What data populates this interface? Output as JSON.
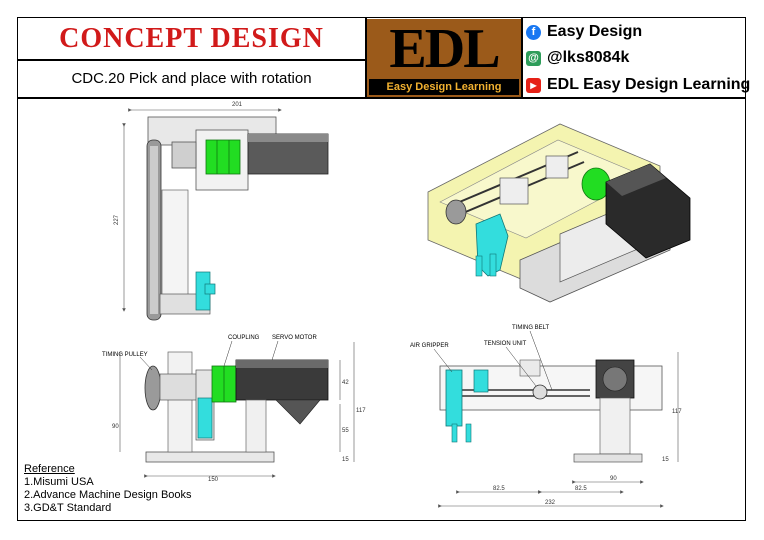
{
  "header": {
    "title": "CONCEPT  DESIGN",
    "subtitle": "CDC.20 Pick and place with rotation"
  },
  "logo": {
    "letters": "EDL",
    "caption": "Easy Design Learning"
  },
  "social": [
    {
      "icon": "facebook-icon",
      "text": "Easy Design"
    },
    {
      "icon": "at-sign-icon",
      "text": "@lks8084k"
    },
    {
      "icon": "youtube-icon",
      "text": "EDL Easy Design Learning"
    }
  ],
  "reference": {
    "heading": "Reference",
    "items": [
      "1.Misumi USA",
      "2.Advance Machine Design Books",
      "3.GD&T Standard"
    ]
  },
  "labels": {
    "timing_pulley": "TIMING PULLEY",
    "coupling": "COUPLING",
    "servo_motor": "SERVO MOTOR",
    "air_gripper": "AIR GRIPPER",
    "tension_unit": "TENSION UNIT",
    "timing_belt": "TIMING BELT"
  },
  "dimensions": {
    "top_width": "201",
    "top_height": "227",
    "front_width": "150",
    "front_left": "90",
    "front_h1": "42",
    "front_h2": "117",
    "front_h3": "55",
    "front_h4": "15",
    "side_left": "82.5",
    "side_right": "82.5",
    "side_total": "232",
    "side_motor": "90",
    "side_height": "117",
    "side_base": "15"
  },
  "colors": {
    "title_red": "#d11a1a",
    "logo_brown": "#9b5a1a",
    "logo_caption_text": "#f0b030",
    "coupling_green": "#22dd22",
    "gripper_cyan": "#33dddd",
    "frame_yellow": "#f4f4b0",
    "facebook_blue": "#1877f2",
    "at_green": "#2e9d5a",
    "youtube_red": "#e62117"
  }
}
